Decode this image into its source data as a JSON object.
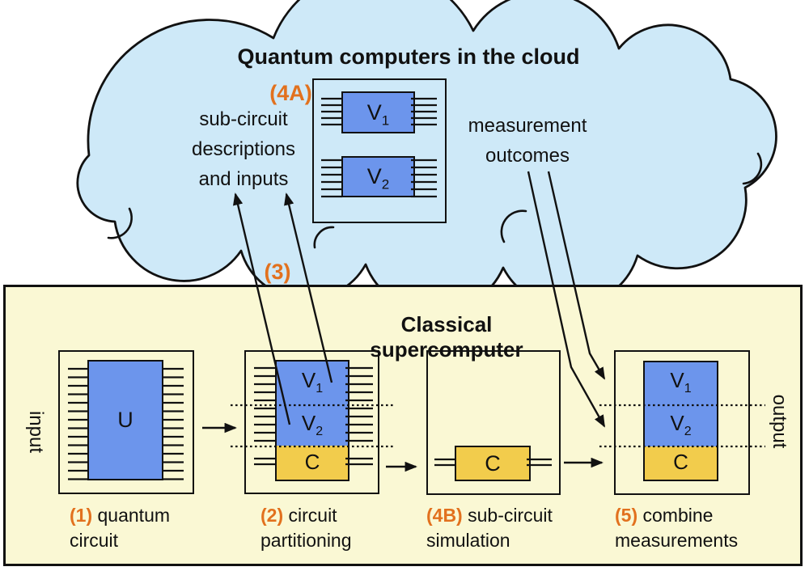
{
  "colors": {
    "cloud_fill": "#CEE9F8",
    "gate_blue": "#6C95EC",
    "panel_yellow": "#FAF8D4",
    "gate_gold": "#F2CC4C",
    "accent_orange": "#E2711E",
    "line": "#111111"
  },
  "cloud": {
    "title": "Quantum computers in the cloud",
    "step4a_label": "(4A)",
    "upload_lines": [
      "sub-circuit",
      "descriptions",
      "and inputs"
    ],
    "download_lines": [
      "measurement",
      "outcomes"
    ]
  },
  "transfer": {
    "step3_label": "(3)"
  },
  "panel": {
    "title": "Classical supercomputer",
    "input_label": "input",
    "output_label": "output"
  },
  "stages": {
    "s1": {
      "number": "(1)",
      "line1": "quantum",
      "line2": "circuit"
    },
    "s2": {
      "number": "(2)",
      "line1": "circuit",
      "line2": "partitioning"
    },
    "s4b": {
      "number": "(4B)",
      "line1": "sub-circuit",
      "line2": "simulation"
    },
    "s5": {
      "number": "(5)",
      "line1": "combine",
      "line2": "measurements"
    }
  },
  "gates": {
    "u": {
      "base": "U",
      "sub": ""
    },
    "v1": {
      "base": "V",
      "sub": "1"
    },
    "v2": {
      "base": "V",
      "sub": "2"
    },
    "c": {
      "base": "C",
      "sub": ""
    }
  }
}
